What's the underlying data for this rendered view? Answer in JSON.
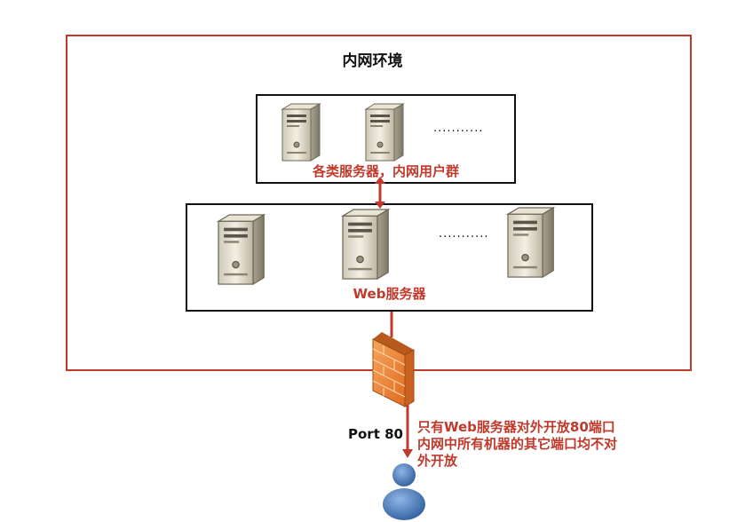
{
  "diagram": {
    "outer_title": "内网环境",
    "internal_label": "各类服务器，内网用户群",
    "internal_ellipsis": "...........",
    "web_label": "Web服务器",
    "web_ellipsis": "...........",
    "port_label": "Port 80",
    "note_line1": "只有Web服务器对外开放80端口",
    "note_line2": "内网中所有机器的其它端口均不对",
    "note_line3": "外开放"
  },
  "colors": {
    "accent_red": "#c0392b",
    "box_border": "#111111",
    "firewall": "#f08a3a",
    "user": "#4a7fbf"
  },
  "icons": [
    "server-icon",
    "firewall-icon",
    "user-icon"
  ]
}
